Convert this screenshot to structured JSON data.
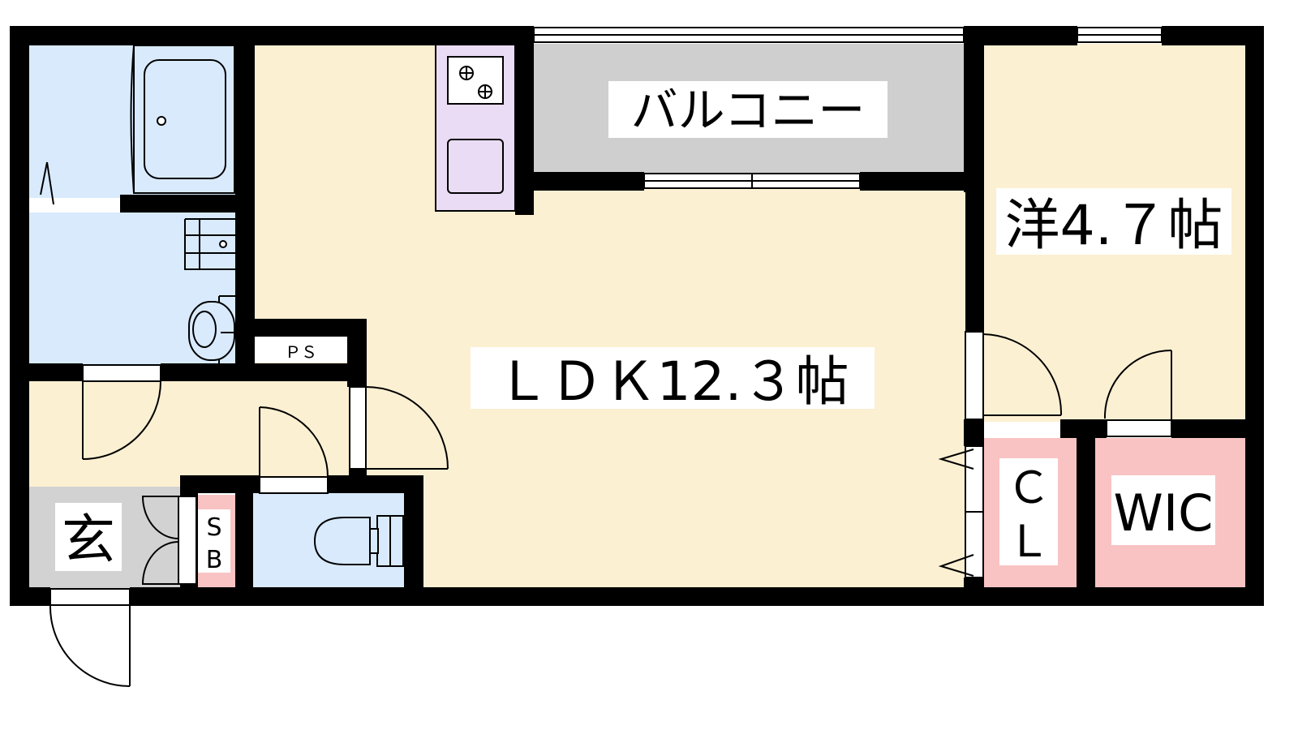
{
  "colors": {
    "living_floor": "#FCF0D2",
    "wet_area": "#D8EAFC",
    "storage": "#F9C3C3",
    "kitchen": "#EADCF4",
    "balcony": "#CFCFCF",
    "entrance": "#D2D2D2",
    "wall": "#000000"
  },
  "rooms": {
    "ldk": "ＬＤＫ12.３帖",
    "western": "洋4.７帖",
    "balcony": "バルコニー",
    "wic": "WIC",
    "closet_top": "Ｃ",
    "closet_bottom": "Ｌ",
    "entrance": "玄",
    "pipe_space": "ＰＳ",
    "shoe_box_top": "S",
    "shoe_box_bottom": "B"
  },
  "icons": [
    "bathtub-icon",
    "washbasin-icon",
    "toilet-icon",
    "gas-stove-icon",
    "sink-icon",
    "door-swing-icon",
    "window-icon"
  ]
}
